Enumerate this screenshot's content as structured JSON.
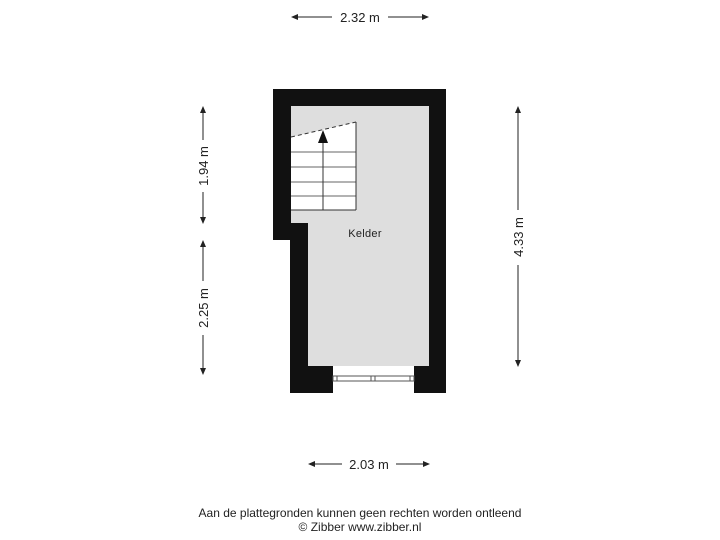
{
  "dimensions": {
    "top_width": "2.32 m",
    "bottom_width": "2.03 m",
    "left_upper_height": "1.94 m",
    "left_lower_height": "2.25 m",
    "right_height": "4.33 m"
  },
  "room": {
    "label": "Kelder"
  },
  "footer": {
    "disclaimer": "Aan de plattegronden kunnen geen rechten worden ontleend",
    "copyright": "© Zibber www.zibber.nl"
  },
  "colors": {
    "wall": "#111111",
    "floor": "#dedede",
    "dimension_line": "#222222"
  }
}
